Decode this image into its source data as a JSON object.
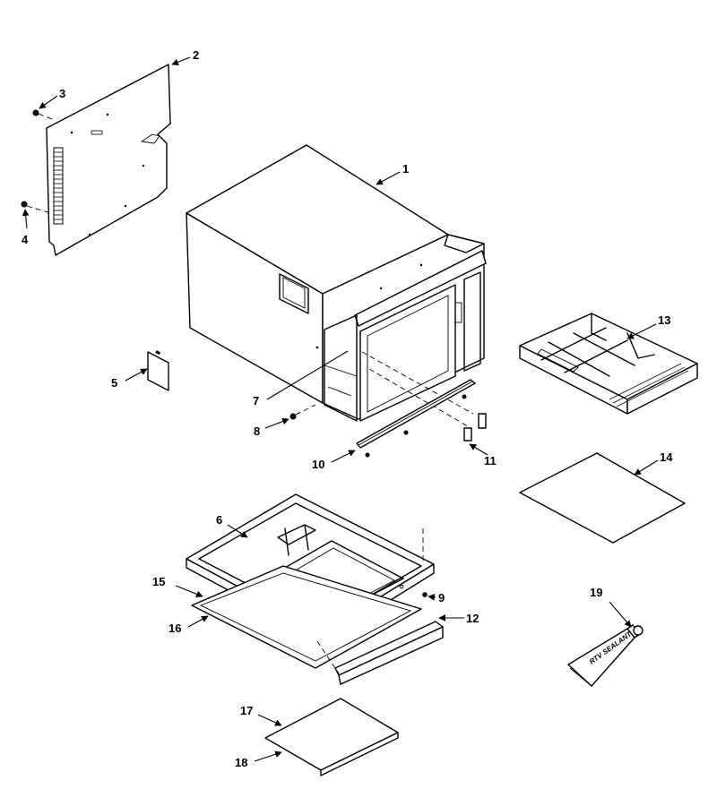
{
  "part_labels": {
    "p1": "1",
    "p2": "2",
    "p3": "3",
    "p4": "4",
    "p5": "5",
    "p6": "6",
    "p7": "7",
    "p8": "8",
    "p9": "9",
    "p10": "10",
    "p11": "11",
    "p12": "12",
    "p13": "13",
    "p14": "14",
    "p15": "15",
    "p16": "16",
    "p17": "17",
    "p18": "18",
    "p19": "19"
  },
  "tube_text": "RTV SEALANT"
}
